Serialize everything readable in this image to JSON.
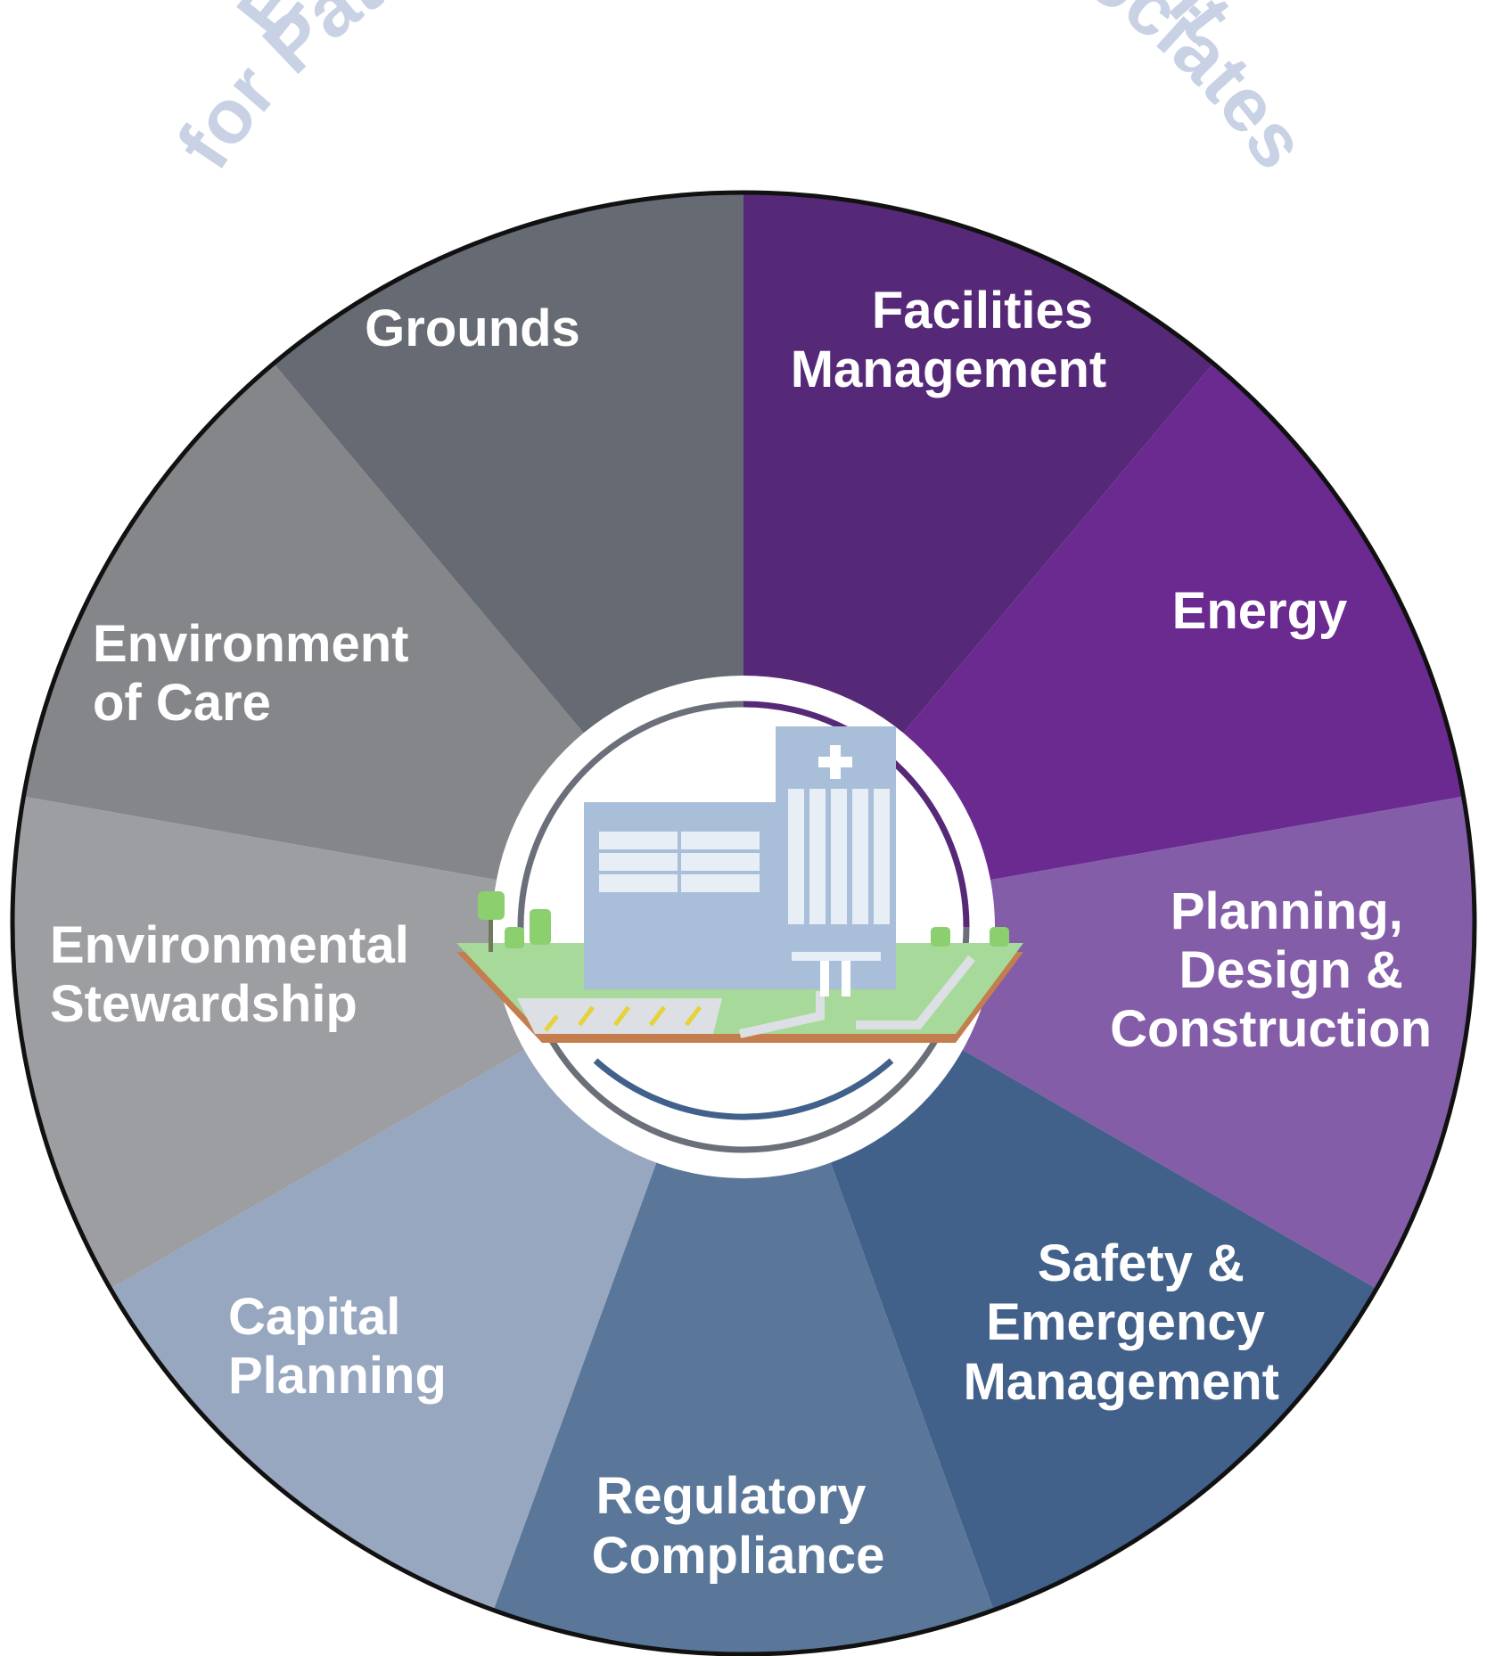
{
  "heading": {
    "line1": "Ensuring a Safe Environment",
    "line2": "for Patients, Visitors & Associates"
  },
  "segments": [
    {
      "id": "facilities-management",
      "lines": [
        "Facilities",
        "Management"
      ],
      "color": "#562978"
    },
    {
      "id": "energy",
      "lines": [
        "Energy"
      ],
      "color": "#6a2a90"
    },
    {
      "id": "planning-design-construction",
      "lines": [
        "Planning,",
        "Design &",
        "Construction"
      ],
      "color": "#835da8"
    },
    {
      "id": "safety-emergency-management",
      "lines": [
        "Safety &",
        "Emergency",
        "Management"
      ],
      "color": "#41608a"
    },
    {
      "id": "regulatory-compliance",
      "lines": [
        "Regulatory",
        "Compliance"
      ],
      "color": "#5a7799"
    },
    {
      "id": "capital-planning",
      "lines": [
        "Capital",
        "Planning"
      ],
      "color": "#97a7bf"
    },
    {
      "id": "environmental-stewardship",
      "lines": [
        "Environmental",
        "Stewardship"
      ],
      "color": "#9d9ea2"
    },
    {
      "id": "environment-of-care",
      "lines": [
        "Environment",
        "of Care"
      ],
      "color": "#84868a"
    },
    {
      "id": "grounds",
      "lines": [
        "Grounds"
      ],
      "color": "#666a72"
    }
  ],
  "colors": {
    "outline": "#111111",
    "heading": "#c8d2e4",
    "center_ring_purple": "#562978",
    "center_ring_blue": "#41608a",
    "building": "#a9bfd9",
    "grass": "#a6d99a",
    "soil": "#c47e4e",
    "tree": "#8ccf6e"
  },
  "center_icon": "hospital-building-icon"
}
